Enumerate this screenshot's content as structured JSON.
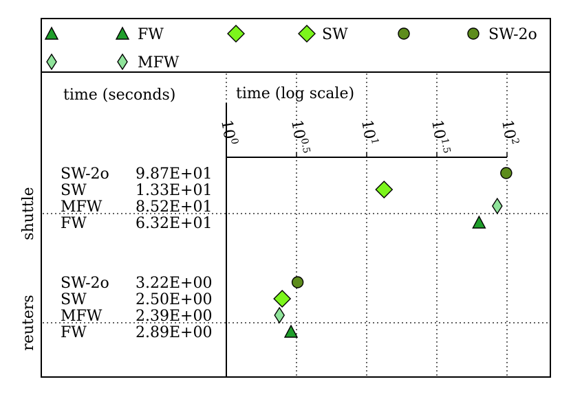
{
  "chart_data": {
    "type": "scatter",
    "x_scale": "log10",
    "xlim_log10": [
      0,
      2
    ],
    "x_ticks": [
      {
        "value": 0,
        "base": "10",
        "exp": "0"
      },
      {
        "value": 0.5,
        "base": "10",
        "exp": "0.5"
      },
      {
        "value": 1,
        "base": "10",
        "exp": "1"
      },
      {
        "value": 1.5,
        "base": "10",
        "exp": "1.5"
      },
      {
        "value": 2,
        "base": "10",
        "exp": "2"
      }
    ],
    "table_header": "time (seconds)",
    "plot_header": "time (log scale)",
    "legend": {
      "placement": "top",
      "entries": [
        {
          "name": "FW",
          "marker": "triangle",
          "color": "#1f9e2b"
        },
        {
          "name": "SW",
          "marker": "diamond",
          "color": "#7cf51c"
        },
        {
          "name": "SW-2o",
          "marker": "circle",
          "color": "#5d8c1c"
        },
        {
          "name": "MFW",
          "marker": "thin-diamond",
          "color": "#8fe39a"
        }
      ]
    },
    "groups": [
      {
        "name": "shuttle",
        "rows": [
          {
            "method": "SW-2o",
            "time_label": "9.87E+01",
            "time": 98.7
          },
          {
            "method": "SW",
            "time_label": "1.33E+01",
            "time": 13.3
          },
          {
            "method": "MFW",
            "time_label": "8.52E+01",
            "time": 85.2
          },
          {
            "method": "FW",
            "time_label": "6.32E+01",
            "time": 63.2
          }
        ]
      },
      {
        "name": "reuters",
        "rows": [
          {
            "method": "SW-2o",
            "time_label": "3.22E+00",
            "time": 3.22
          },
          {
            "method": "SW",
            "time_label": "2.50E+00",
            "time": 2.5
          },
          {
            "method": "MFW",
            "time_label": "2.39E+00",
            "time": 2.39
          },
          {
            "method": "FW",
            "time_label": "2.89E+00",
            "time": 2.89
          }
        ]
      }
    ],
    "grid": true
  }
}
